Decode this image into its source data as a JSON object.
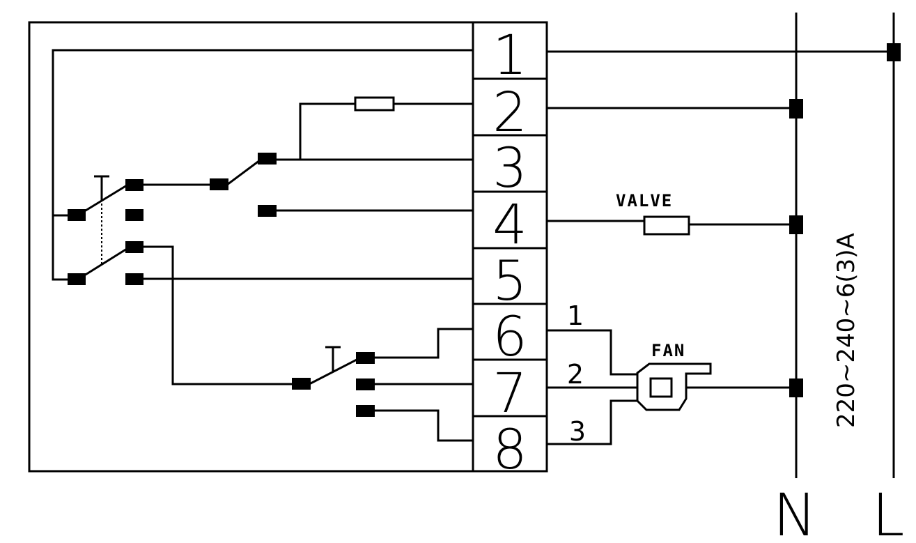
{
  "terminals": [
    "1",
    "2",
    "3",
    "4",
    "5",
    "6",
    "7",
    "8"
  ],
  "fan_speeds": [
    "1",
    "2",
    "3"
  ],
  "labels": {
    "valve": "VALVE",
    "fan": "FAN",
    "rating": "220~240~6(3)A",
    "neutral": "N",
    "live": "L"
  }
}
